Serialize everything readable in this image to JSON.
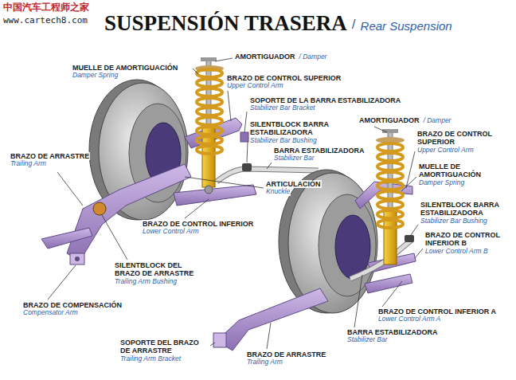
{
  "diagram": {
    "title": "SUSPENSIÓN TRASERA",
    "labels": [
      "中国汽车工程师之家",
      "www.cartech8.com",
      "/",
      "Rear Suspension",
      "MUELLE DE AMORTIGUACIÓN",
      "Damper Spring",
      "AMORTIGUADOR",
      "/ Damper",
      "BRAZO DE CONTROL SUPERIOR",
      "Upper Control Arm",
      "SOPORTE DE LA BARRA ESTABILIZADORA",
      "Stabilizer Bar Bracket",
      "SILENTBLOCK BARRA ESTABILIZADORA",
      "Stabilizer Bar Bushing",
      "BARRA ESTABILIZADORA",
      "Stabilizer Bar",
      "ARTICULACIÓN",
      "Knuckle",
      "BRAZO DE ARRASTRE",
      "Trailing Arm",
      "BRAZO DE CONTROL INFERIOR",
      "Lower Control Arm",
      "SILENTBLOCK DEL BRAZO DE ARRASTRE",
      "Trailing Arm Bushing",
      "BRAZO DE COMPENSACIÓN",
      "Compensator Arm",
      "AMORTIGUADOR",
      "/ Damper",
      "BRAZO DE CONTROL SUPERIOR",
      "Upper Control Arm",
      "MUELLE DE AMORTIGUACIÓN",
      "Damper Spring",
      "SILENTBLOCK BARRA ESTABILIZADORA",
      "Stabilizer Bar Bushing",
      "BRAZO DE CONTROL INFERIOR B",
      "Lower Control Arm B",
      "SOPORTE DEL BRAZO DE ARRASTRE",
      "Trailing Arm Bracket",
      "BRAZO DE CONTROL INFERIOR A",
      "Lower Control Arm A",
      "BARRA ESTABILIZADORA",
      "Stabilizer Bar",
      "BRAZO DE ARRASTRE",
      "Trailing Arm"
    ]
  }
}
